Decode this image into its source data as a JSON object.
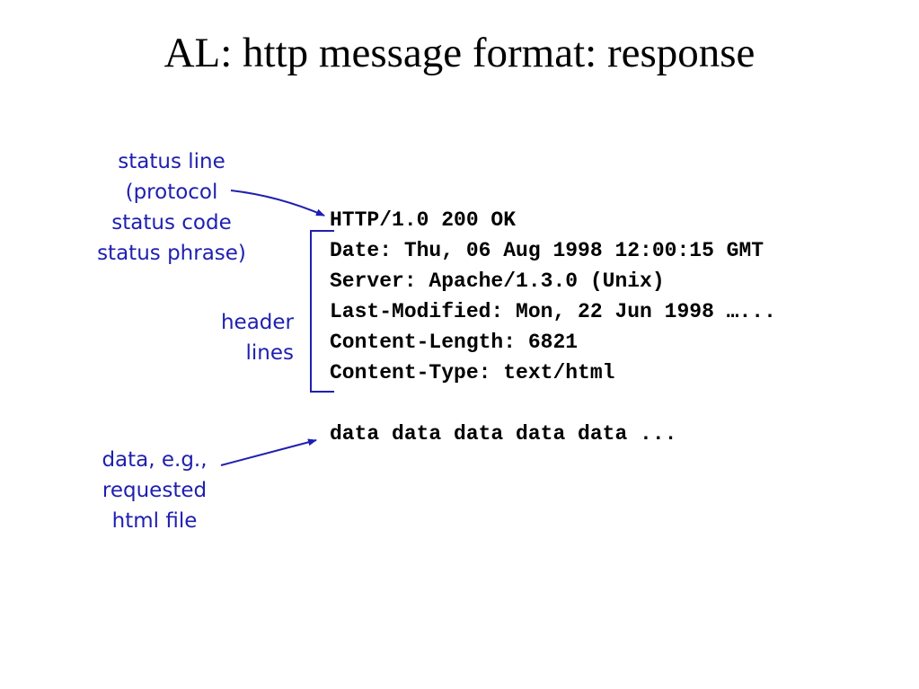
{
  "title": "AL: http message format: response",
  "annotations": {
    "status_line": [
      "status line",
      "(protocol",
      "status code",
      "status phrase)"
    ],
    "header_lines": [
      "header",
      "lines"
    ],
    "data": [
      "data, e.g.,",
      "requested",
      "html file"
    ]
  },
  "message": {
    "status_line": "HTTP/1.0 200 OK",
    "header_lines": [
      "Date: Thu, 06 Aug 1998 12:00:15 GMT",
      "Server: Apache/1.3.0 (Unix)",
      "Last-Modified: Mon, 22 Jun 1998 …...",
      "Content-Length: 6821",
      "Content-Type: text/html"
    ],
    "blank_line": "",
    "data": "data data data data data ..."
  },
  "colors": {
    "annotation": "#1f1fb0",
    "text": "#000000",
    "background": "#ffffff"
  }
}
